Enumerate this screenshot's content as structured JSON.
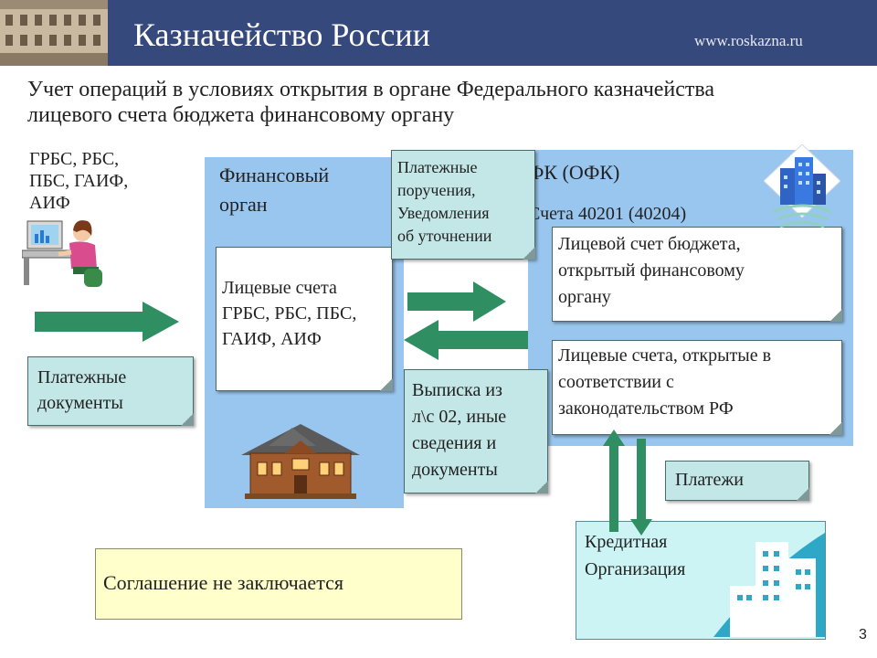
{
  "header": {
    "title": "Казначейство России",
    "url": "www.roskazna.ru"
  },
  "slide": {
    "title_line1": "Учет операций в условиях открытия в органе Федерального казначейства",
    "title_line2": "лицевого счета бюджета финансовому органу",
    "page_number": "3"
  },
  "left": {
    "participants": [
      "ГРБС, РБС,",
      "ПБС, ГАИФ,",
      "АИФ"
    ],
    "payment_docs": [
      "Платежные",
      "документы"
    ]
  },
  "fin_org": {
    "label": [
      "Финансовый",
      "орган"
    ],
    "accounts": [
      "Лицевые счета",
      "ГРБС, РБС, ПБС,",
      "ГАИФ, АИФ"
    ]
  },
  "exchange": {
    "orders": [
      "Платежные",
      "поручения,",
      "Уведомления",
      "об уточнении"
    ],
    "statement": [
      "Выписка из",
      "л\\с 02, иные",
      "сведения и",
      "документы"
    ]
  },
  "ufk": {
    "title": "УФК (ОФК)",
    "account": "Счета 40201 (40204)",
    "budget_account": [
      "Лицевой счет бюджета,",
      "открытый финансовому",
      "органу"
    ],
    "law_accounts": [
      "Лицевые счета, открытые в",
      "соответствии с",
      "законодательством РФ"
    ]
  },
  "payments_label": "Платежи",
  "credit_org": [
    "Кредитная",
    "Организация"
  ],
  "agreement": "Соглашение не заключается",
  "colors": {
    "header_bg": "#36497c",
    "panel_blue": "#99c6ee",
    "note_teal": "#c3e6e6",
    "arrow_green": "#2f8f63",
    "agreement_yellow": "#ffffcc",
    "credit_bg": "#ccf4f4"
  }
}
